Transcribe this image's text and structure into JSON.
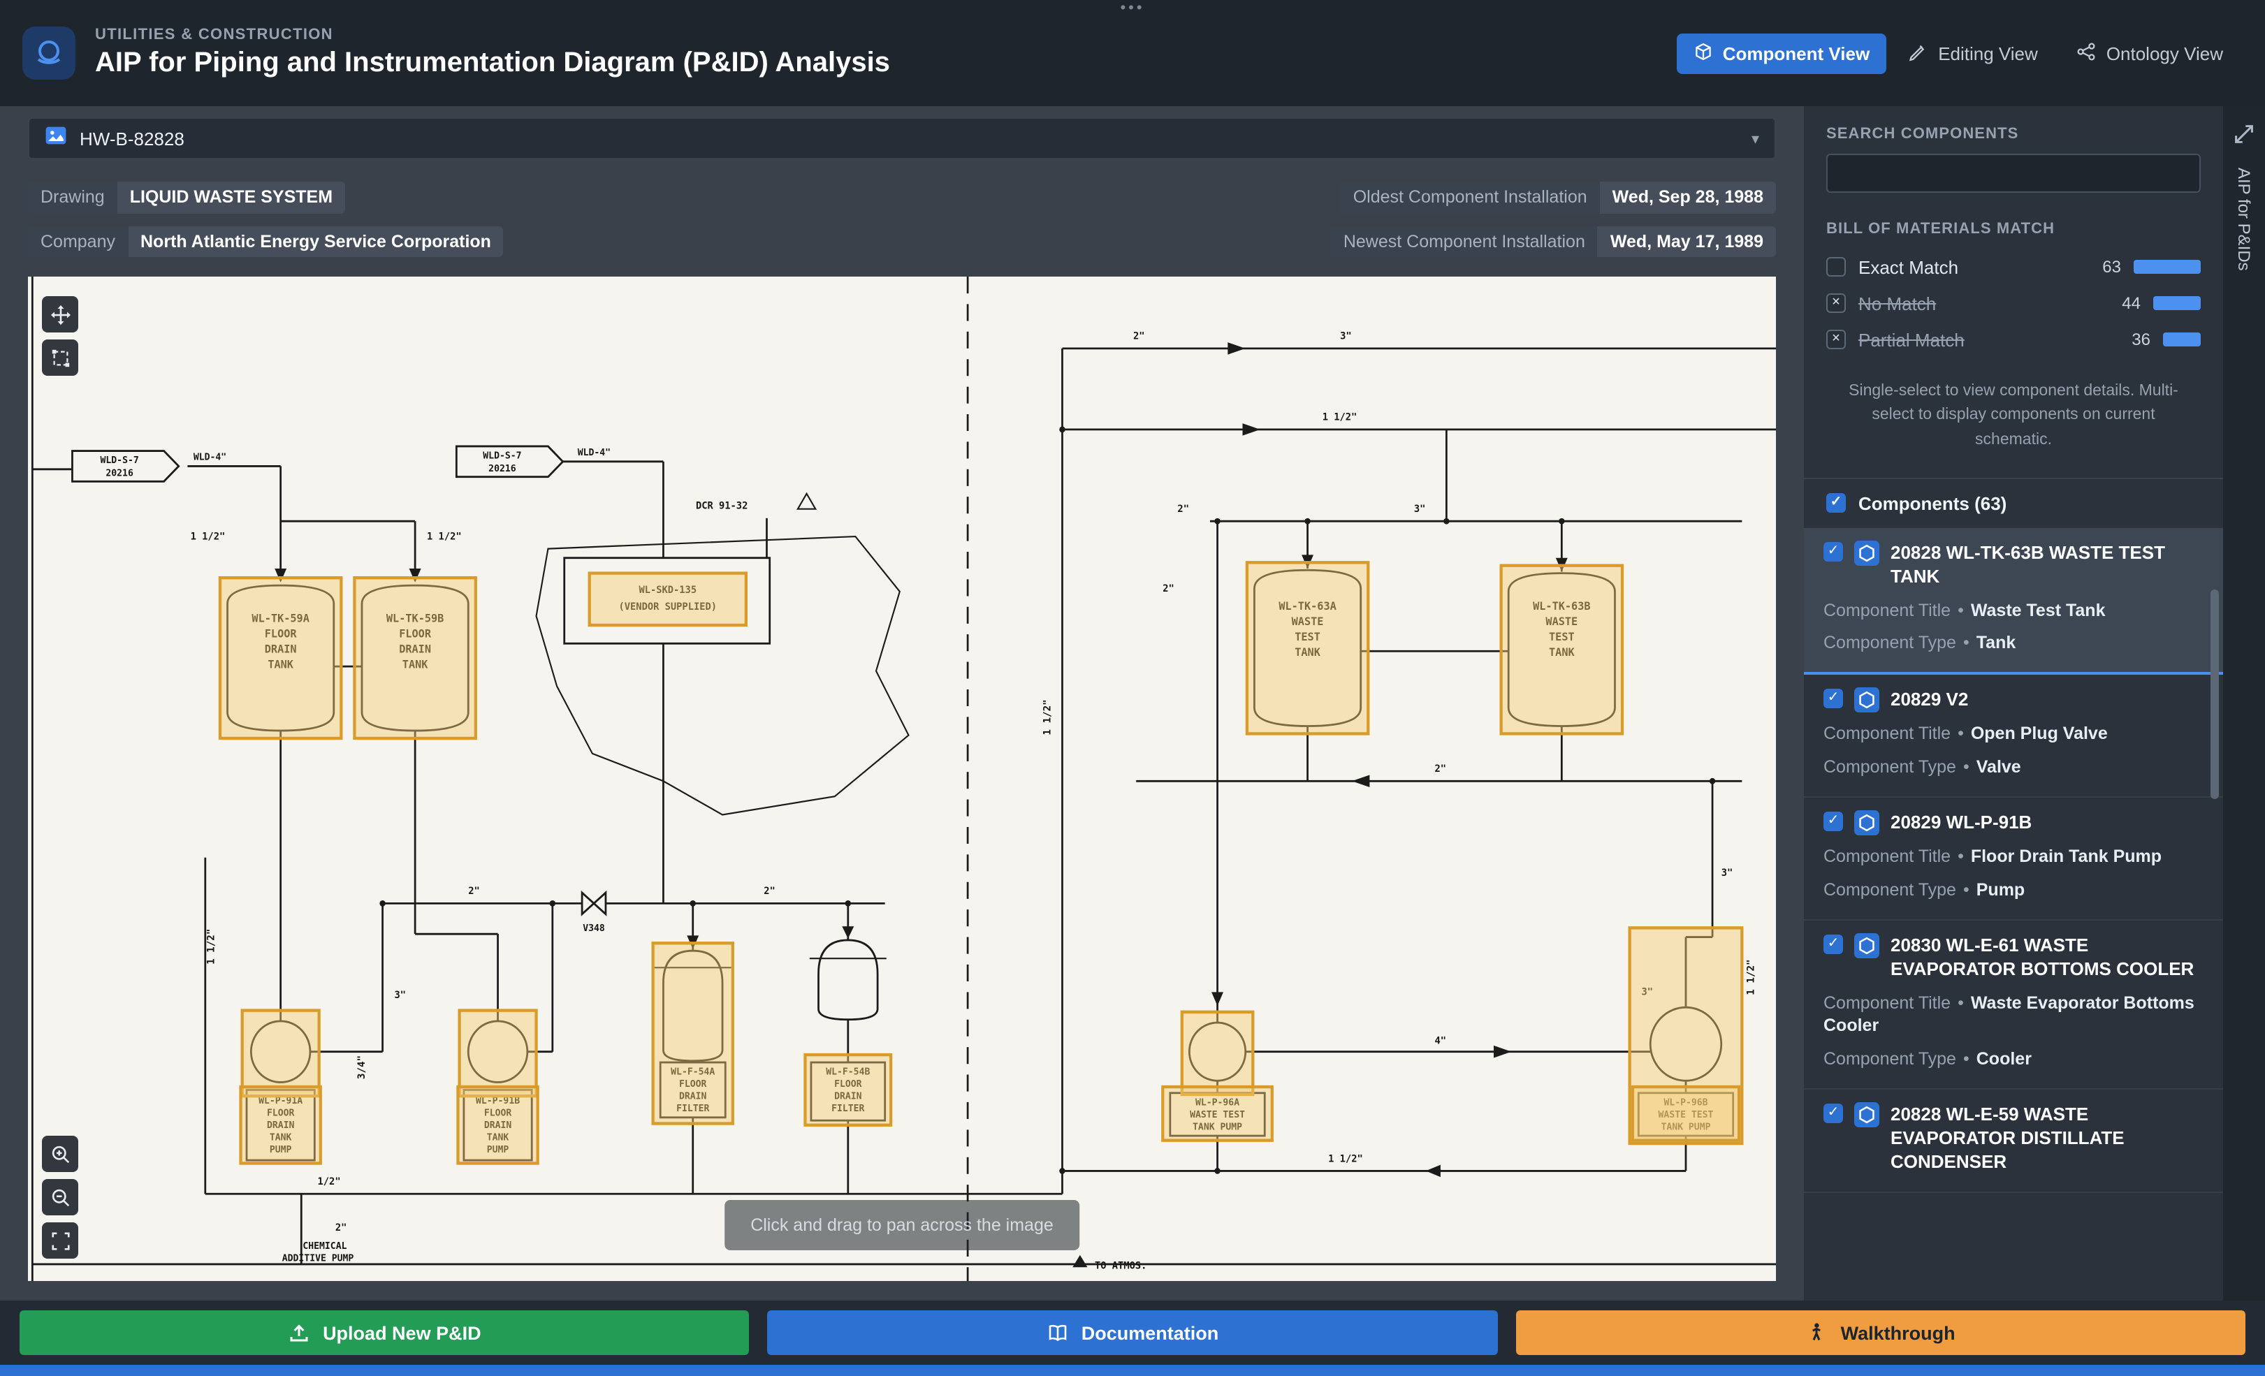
{
  "header": {
    "category": "UTILITIES & CONSTRUCTION",
    "title": "AIP for Piping and Instrumentation Diagram (P&ID) Analysis",
    "overflow": "•••",
    "views": {
      "component": "Component View",
      "editing": "Editing View",
      "ontology": "Ontology View"
    }
  },
  "toolbar": {
    "selector_value": "HW-B-82828"
  },
  "meta": {
    "drawing_label": "Drawing",
    "drawing_value": "LIQUID WASTE SYSTEM",
    "company_label": "Company",
    "company_value": "North Atlantic Energy Service Corporation",
    "oldest_label": "Oldest Component Installation",
    "oldest_value": "Wed, Sep 28, 1988",
    "newest_label": "Newest Component Installation",
    "newest_value": "Wed, May 17, 1989"
  },
  "canvas": {
    "pan_hint": "Click and drag to pan across the image"
  },
  "sidebar": {
    "search_label": "SEARCH COMPONENTS",
    "bom_label": "BILL OF MATERIALS MATCH",
    "filters": [
      {
        "label": "Exact Match",
        "count": 63,
        "excluded": false
      },
      {
        "label": "No Match",
        "count": 44,
        "excluded": true
      },
      {
        "label": "Partial Match",
        "count": 36,
        "excluded": true
      }
    ],
    "hint": "Single-select to view component details. Multi-select to display components on current schematic.",
    "components_label": "Components (63)",
    "field_title": "Component Title",
    "field_type": "Component Type",
    "bullet": "•",
    "components": [
      {
        "id": "20828 WL-TK-63B WASTE TEST TANK",
        "title": "Waste Test Tank",
        "type": "Tank"
      },
      {
        "id": "20829 V2",
        "title": "Open Plug Valve",
        "type": "Valve"
      },
      {
        "id": "20829 WL-P-91B",
        "title": "Floor Drain Tank Pump",
        "type": "Pump"
      },
      {
        "id": "20830 WL-E-61 WASTE EVAPORATOR BOTTOMS COOLER",
        "title": "Waste Evaporator Bottoms Cooler",
        "type": "Cooler"
      },
      {
        "id": "20828 WL-E-59 WASTE EVAPORATOR DISTILLATE CONDENSER",
        "title": "",
        "type": ""
      }
    ]
  },
  "edge_tab": {
    "label": "AIP for P&IDs"
  },
  "footer": {
    "upload": "Upload New P&ID",
    "documentation": "Documentation",
    "walkthrough": "Walkthrough"
  },
  "icons": {
    "check": "✓",
    "cross": "×",
    "caret": "▾"
  },
  "colors": {
    "accent_blue": "#2d72d2",
    "bar_blue": "#4c90f0",
    "highlight_orange": "#d99c2a",
    "button_green": "#239c56",
    "button_orange": "#ef9d40"
  },
  "schematic": {
    "labels": {
      "tk59a": [
        "WL-TK-59A",
        "FLOOR",
        "DRAIN",
        "TANK"
      ],
      "tk59b": [
        "WL-TK-59B",
        "FLOOR",
        "DRAIN",
        "TANK"
      ],
      "tk63a": [
        "WL-TK-63A",
        "WASTE",
        "TEST",
        "TANK"
      ],
      "tk63b": [
        "WL-TK-63B",
        "WASTE",
        "TEST",
        "TANK"
      ],
      "skd": [
        "WL-SKD-135",
        "(VENDOR SUPPLIED)"
      ],
      "p91a": [
        "WL-P-91A",
        "FLOOR",
        "DRAIN",
        "TANK",
        "PUMP"
      ],
      "p91b": [
        "WL-P-91B",
        "FLOOR",
        "DRAIN",
        "TANK",
        "PUMP"
      ],
      "f54a": [
        "WL-F-54A",
        "FLOOR",
        "DRAIN",
        "FILTER"
      ],
      "f54b": [
        "WL-F-54B",
        "FLOOR",
        "DRAIN",
        "FILTER"
      ],
      "p96a": [
        "WL-P-96A",
        "WASTE TEST",
        "TANK PUMP"
      ],
      "p96b": [
        "WL-P-96B",
        "WASTE TEST",
        "TANK PUMP"
      ],
      "flag": [
        "WLD-S-7",
        "20216"
      ],
      "wld4": "WLD-4\"",
      "dcr": "DCR 91-32",
      "v348": "V348",
      "to_atmos": "TO ATMOS.",
      "chem1": "CHEMICAL",
      "chem2": "ADDITIVE PUMP",
      "s2": "2\"",
      "s3": "3\"",
      "s4": "4\"",
      "s12": "1/2\"",
      "s34": "3/4\"",
      "s112": "1 1/2\""
    }
  }
}
